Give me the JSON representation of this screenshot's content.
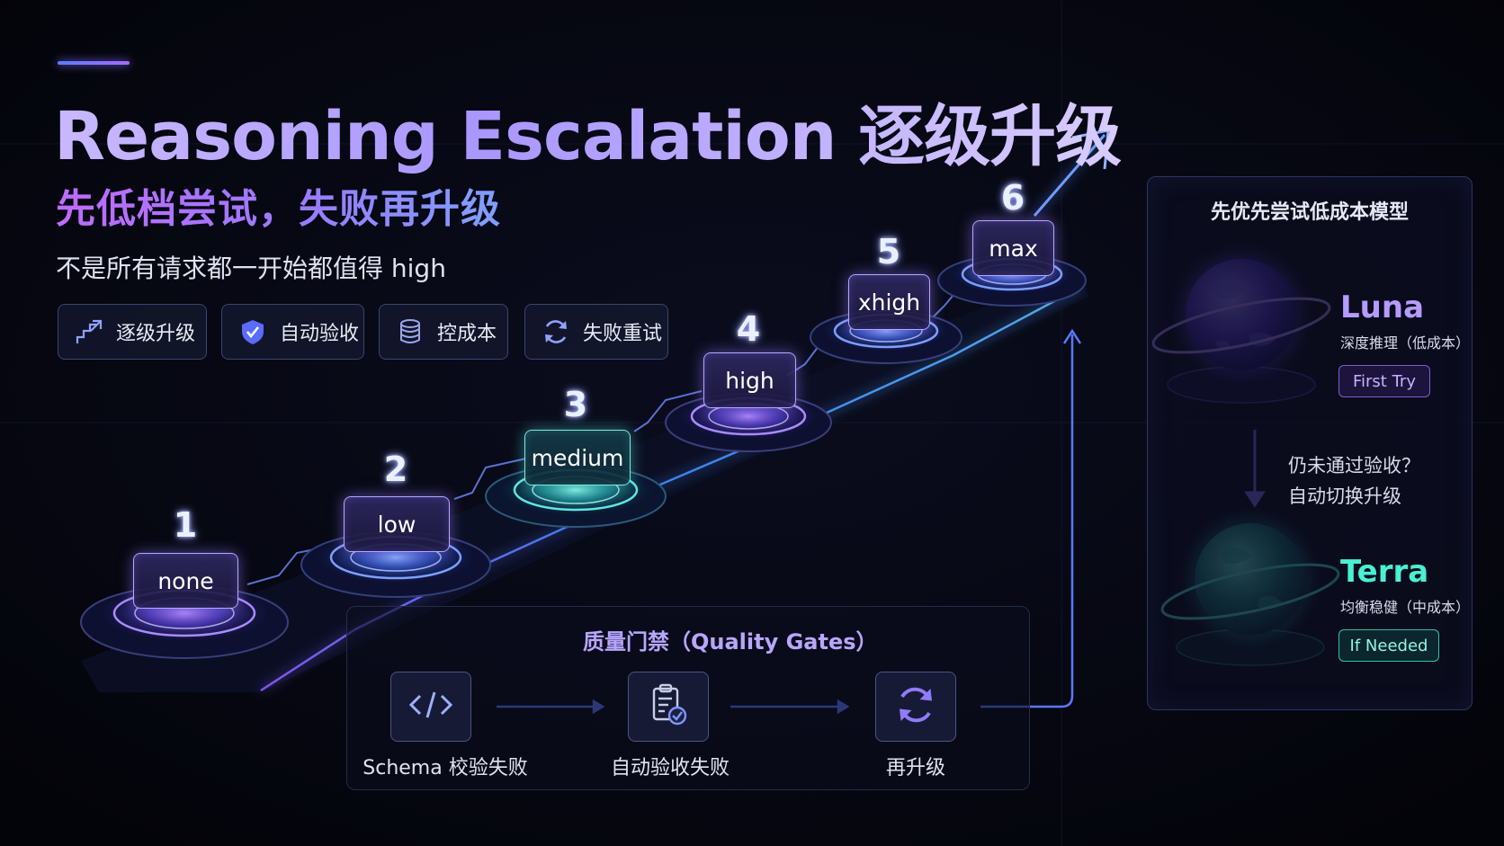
{
  "header": {
    "title": "Reasoning Escalation 逐级升级",
    "subtitle": "先低档尝试，失败再升级",
    "description": "不是所有请求都一开始都值得 high"
  },
  "chips": [
    {
      "label": "逐级升级",
      "icon": "stairs-icon"
    },
    {
      "label": "自动验收",
      "icon": "shield-check-icon"
    },
    {
      "label": "控成本",
      "icon": "coin-stack-icon"
    },
    {
      "label": "失败重试",
      "icon": "refresh-icon"
    }
  ],
  "steps": [
    {
      "number": "1",
      "label": "none"
    },
    {
      "number": "2",
      "label": "low"
    },
    {
      "number": "3",
      "label": "medium"
    },
    {
      "number": "4",
      "label": "high"
    },
    {
      "number": "5",
      "label": "xhigh"
    },
    {
      "number": "6",
      "label": "max"
    }
  ],
  "quality_gates": {
    "title": "质量门禁（Quality Gates）",
    "items": [
      {
        "label": "Schema 校验失败",
        "icon": "code-icon"
      },
      {
        "label": "自动验收失败",
        "icon": "clipboard-check-icon"
      },
      {
        "label": "再升级",
        "icon": "refresh-icon"
      }
    ]
  },
  "models": {
    "title": "先优先尝试低成本模型",
    "luna": {
      "name": "Luna",
      "desc": "深度推理（低成本）",
      "tag": "First Try"
    },
    "escalate_line1": "仍未通过验收？",
    "escalate_line2": "自动切换升级",
    "terra": {
      "name": "Terra",
      "desc": "均衡稳健（中成本）",
      "tag": "If Needed"
    }
  },
  "colors": {
    "background": "#05060d",
    "accent_purple": "#9b7bff",
    "accent_blue": "#4d7bff",
    "accent_teal": "#35e0cf",
    "luna": "#a98cff",
    "terra": "#3ef0d6"
  }
}
